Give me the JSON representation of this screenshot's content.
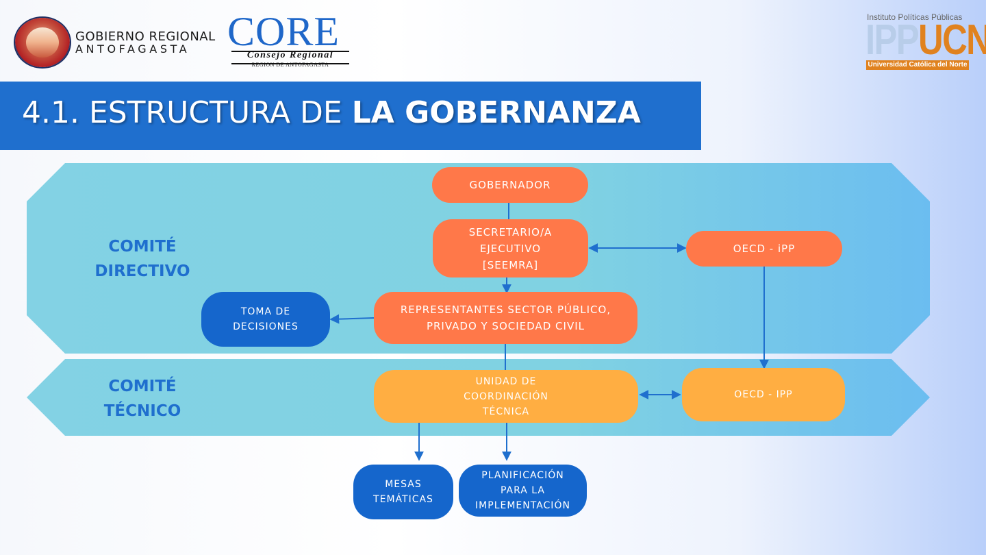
{
  "header": {
    "gore_line1": "GOBIERNO REGIONAL",
    "gore_line2": "ANTOFAGASTA",
    "core_title": "CORE",
    "core_subtitle": "Consejo Regional",
    "core_region": "REGION DE ANTOFAGASTA",
    "ipp_top": "Instituto Políticas Públicas",
    "ipp_logo_a": "IPP",
    "ipp_logo_b": "UCN",
    "ipp_bar": "Universidad Católica del Norte"
  },
  "title": {
    "prefix": "4.1. ESTRUCTURA DE ",
    "emphasis": "LA GOBERNANZA"
  },
  "committees": {
    "directivo": "COMITÉ\nDIRECTIVO",
    "tecnico": "COMITÉ\nTÉCNICO"
  },
  "boxes": {
    "gobernador": "GOBERNADOR",
    "secretario": "SECRETARIO/A\nEJECUTIVO\n[SEEMRA]",
    "oecd_top": "OECD - iPP",
    "representantes": "REPRESENTANTES SECTOR PÚBLICO,\nPRIVADO Y SOCIEDAD CIVIL",
    "toma_decisiones": "TOMA DE\nDECISIONES",
    "unidad": "UNIDAD DE\nCOORDINACIÓN\nTÉCNICA",
    "oecd_bottom": "OECD - IPP",
    "mesas": "MESAS\nTEMÁTICAS",
    "planificacion": "PLANIFICACIÓN\nPARA LA\nIMPLEMENTACIÓN"
  },
  "colors": {
    "banner": "#1f6fce",
    "orange_box": "#ff7849",
    "yellow_box": "#ffae42",
    "blue_box": "#1566cc",
    "band": "#86d4e4"
  }
}
